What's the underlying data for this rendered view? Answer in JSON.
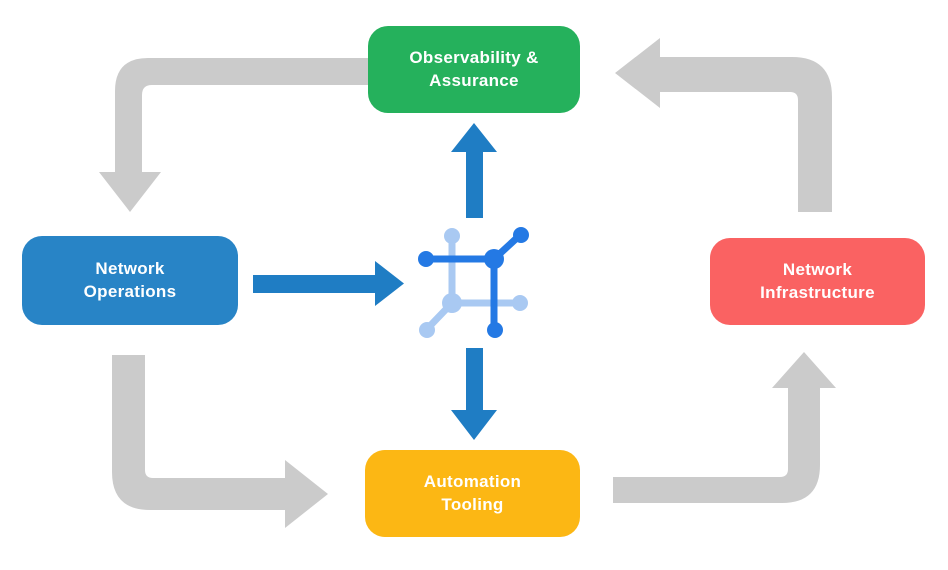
{
  "nodes": {
    "observability": {
      "label": "Observability &\nAssurance",
      "color": "#25B15C"
    },
    "operations": {
      "label": "Network\nOperations",
      "color": "#2884C6"
    },
    "infrastructure": {
      "label": "Network\nInfrastructure",
      "color": "#FA6262"
    },
    "tooling": {
      "label": "Automation\nTooling",
      "color": "#FCB714"
    }
  },
  "colors": {
    "background": "#FFFFFF",
    "cycle_arrow": "#CBCBCB",
    "flow_arrow": "#1F7DC4"
  },
  "icon": {
    "name": "network-automation-icon",
    "dark": "#2479E4",
    "light": "#A9C9F2"
  },
  "flows": [
    {
      "from": "observability",
      "to": "operations",
      "type": "cycle"
    },
    {
      "from": "operations",
      "to": "tooling",
      "type": "cycle"
    },
    {
      "from": "tooling",
      "to": "infrastructure",
      "type": "cycle"
    },
    {
      "from": "infrastructure",
      "to": "observability",
      "type": "cycle"
    },
    {
      "from": "operations",
      "to": "center-icon",
      "type": "flow"
    },
    {
      "from": "center-icon",
      "to": "observability",
      "type": "flow"
    },
    {
      "from": "center-icon",
      "to": "tooling",
      "type": "flow"
    }
  ]
}
